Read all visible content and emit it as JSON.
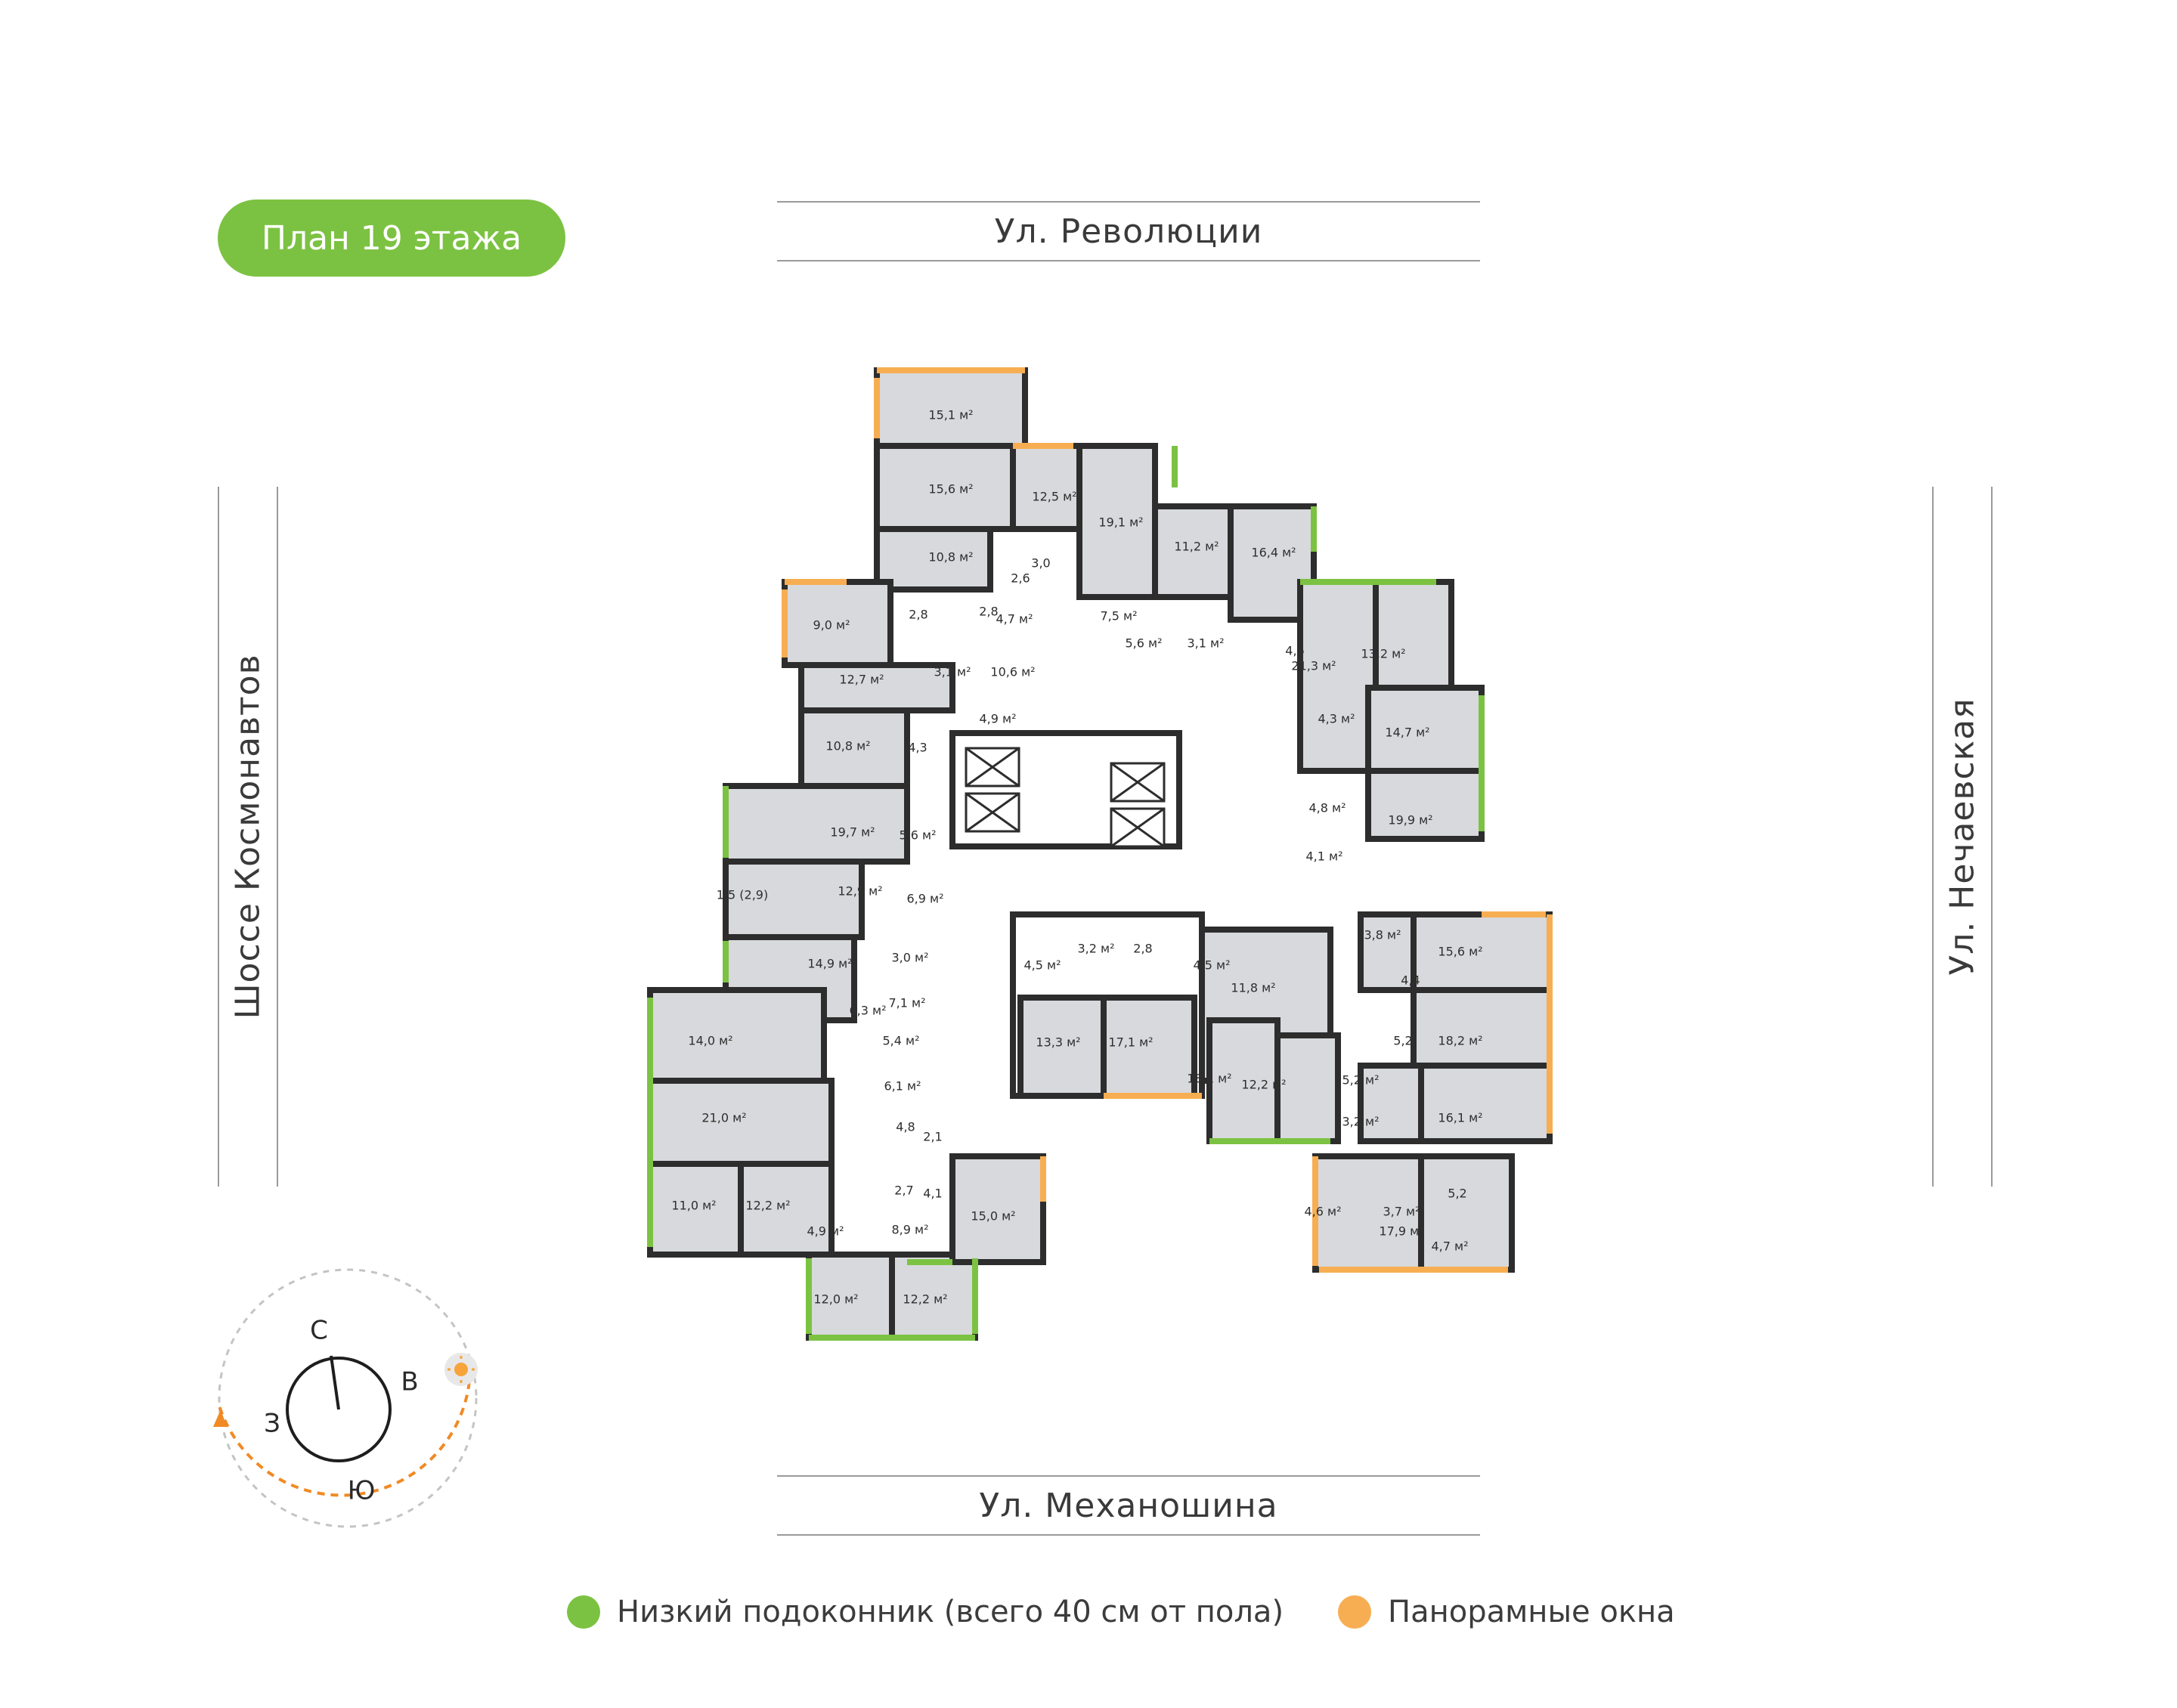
{
  "title": "План 19 этажа",
  "streets": {
    "north": "Ул. Революции",
    "south": "Ул. Механошина",
    "west": "Шоссе Космонавтов",
    "east": "Ул. Нечаевская"
  },
  "compass": {
    "north": "С",
    "east": "В",
    "south": "Ю",
    "west": "З"
  },
  "colors": {
    "accent_green": "#7cc242",
    "accent_orange": "#f7ae52",
    "room_fill": "#d7d9dc",
    "wall": "#2d2d2d"
  },
  "legend": [
    {
      "label": "Низкий подоконник (всего 40 см от пола)",
      "color": "#7cc242"
    },
    {
      "label": "Панорамные окна",
      "color": "#f7ae52"
    }
  ],
  "rooms": [
    "15,1 м²",
    "15,6 м²",
    "12,5 м²",
    "19,1 м²",
    "11,2 м²",
    "16,4 м²",
    "10,8 м²",
    "3,0",
    "2,6",
    "2,8",
    "2,8",
    "9,0 м²",
    "4,7 м²",
    "7,5 м²",
    "5,6 м²",
    "3,1 м²",
    "4,6",
    "21,3 м²",
    "13,2 м²",
    "10,6 м²",
    "3,1 м²",
    "12,7 м²",
    "4,9 м²",
    "4,3 м²",
    "14,7 м²",
    "10,8 м²",
    "4,3",
    "19,7 м²",
    "5,6 м²",
    "4,8 м²",
    "19,9 м²",
    "4,1 м²",
    "1,5 (2,9)",
    "12,9 м²",
    "6,9 м²",
    "3,8 м²",
    "15,6 м²",
    "14,9 м²",
    "3,0 м²",
    "3,2 м²",
    "2,8",
    "4,5 м²",
    "4,5 м²",
    "4,4",
    "7,1 м²",
    "6,3 м²",
    "11,8 м²",
    "14,0 м²",
    "5,4 м²",
    "13,3 м²",
    "17,1 м²",
    "5,2",
    "18,2 м²",
    "18,1 м²",
    "12,2 м²",
    "5,2 м²",
    "6,1 м²",
    "21,0 м²",
    "4,8",
    "2,1",
    "3,2 м²",
    "16,1 м²",
    "11,0 м²",
    "12,2 м²",
    "2,7",
    "4,1",
    "4,6 м²",
    "3,7 м²",
    "5,2",
    "15,0 м²",
    "4,9 м²",
    "8,9 м²",
    "17,9 м²",
    "4,7 м²",
    "12,0 м²",
    "12,2 м²"
  ]
}
